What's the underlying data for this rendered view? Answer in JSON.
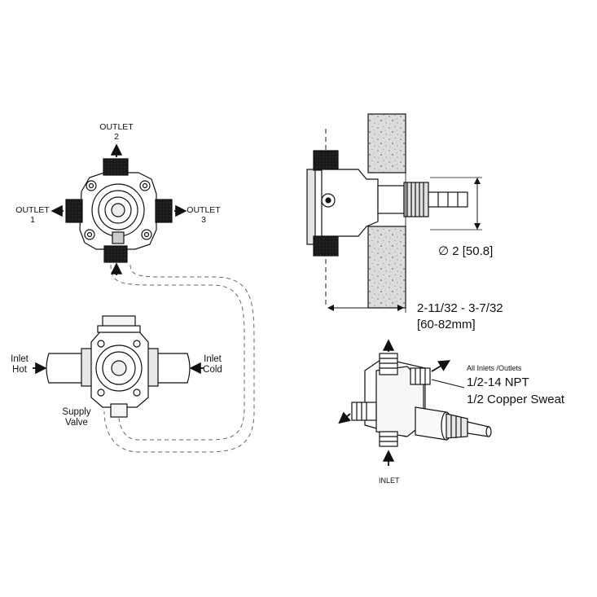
{
  "outlet_2": {
    "label": "OUTLET",
    "number": "2"
  },
  "outlet_1": {
    "label": "OUTLET",
    "number": "1"
  },
  "outlet_3": {
    "label": "OUTLET",
    "number": "3"
  },
  "inlet_hot": {
    "line1": "Inlet",
    "line2": "Hot"
  },
  "inlet_cold": {
    "line1": "Inlet",
    "line2": "Cold"
  },
  "supply_valve": {
    "line1": "Supply",
    "line2": "Valve"
  },
  "side_view": {
    "diameter": "∅ 2 [50.8]",
    "depth_imperial": "2-11/32 - 3-7/32",
    "depth_metric": "[60-82mm]"
  },
  "iso_view": {
    "all_inlets_outlets": "All Inlets /Outlets",
    "npt": "1/2-14 NPT",
    "copper": "1/2 Copper Sweat",
    "inlet": "INLET"
  },
  "colors": {
    "ink": "#111111",
    "wall_fill": "#d9d9d9",
    "gasket": "#2a2a2a"
  }
}
